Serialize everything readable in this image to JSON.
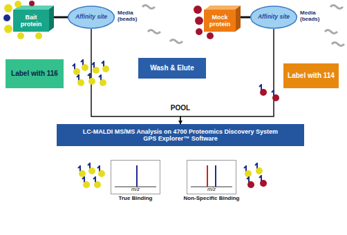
{
  "diagram": {
    "nodes": [
      {
        "text": [
          "Bait protein"
        ]
      },
      {
        "text": [
          "Affinity site",
          "Media (beads)"
        ]
      },
      {
        "text": [
          "Mock protein"
        ]
      },
      {
        "text": [
          "Affinity site",
          "Media (beads)"
        ]
      },
      {
        "text": [
          "Wash & Elute"
        ]
      },
      {
        "text": [
          "Label with 116"
        ]
      },
      {
        "text": [
          "Label with 114"
        ]
      },
      {
        "text": [
          "LC-MALDI MS/MS Analysis on 4700 Proteomics Discovery System",
          "GPS Explorer™ Software"
        ]
      },
      {
        "text": [
          "m/z",
          "True Binding"
        ]
      },
      {
        "text": [
          "m/z",
          "Non-Specific Binding"
        ]
      }
    ],
    "edges": [
      {
        "from": 0,
        "to": 1,
        "arrow": "none"
      },
      {
        "from": 2,
        "to": 3,
        "arrow": "none"
      },
      {
        "from": 1,
        "to": 7,
        "arrow": "to"
      },
      {
        "from": 3,
        "to": 7,
        "arrow": "to"
      }
    ],
    "labels": [
      "POOL"
    ]
  }
}
